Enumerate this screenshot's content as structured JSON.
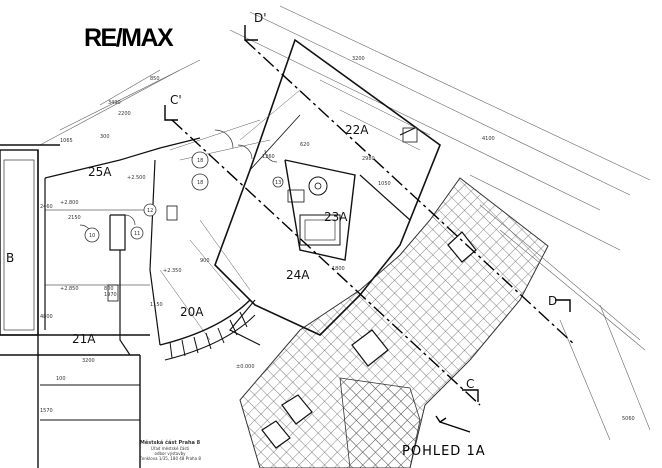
{
  "logo": "RE/MAX",
  "view_label": "POHLED 1A",
  "stamp": {
    "title": "Městská část Praha 8",
    "line1": "Úřad městské části",
    "line2": "odbor výstavby",
    "line3": "Zenklova 1/35, 180 48 Praha 8"
  },
  "rooms": [
    "22A",
    "23A",
    "24A",
    "25A",
    "20A",
    "21A",
    "B"
  ],
  "section_labels": [
    "D'",
    "C'",
    "C",
    "D"
  ],
  "levels": [
    "+2.500",
    "+2.800",
    "+2.850",
    "+2.350",
    "±0.000"
  ],
  "dimensions": [
    "1065",
    "3490",
    "2200",
    "850",
    "2460",
    "2150",
    "4800",
    "3200",
    "1570",
    "100",
    "800",
    "1970",
    "300",
    "2980",
    "1050",
    "1260",
    "620",
    "900",
    "5060",
    "4100",
    "3200",
    "1800",
    "1150"
  ],
  "tags": [
    "18",
    "18",
    "10",
    "11",
    "12",
    "13"
  ]
}
